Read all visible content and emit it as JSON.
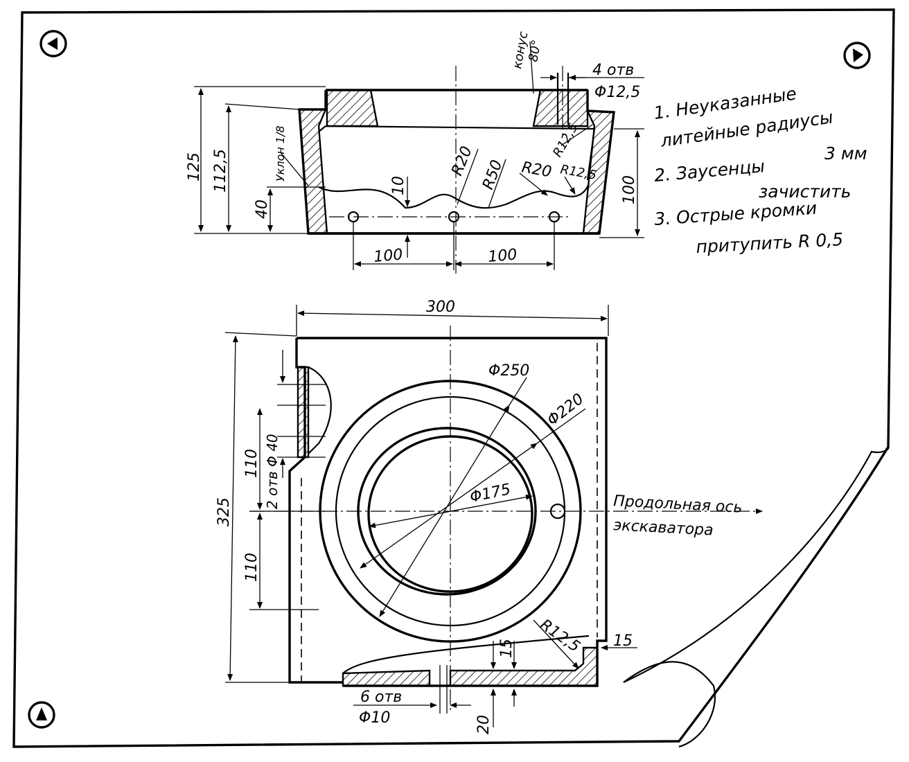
{
  "notes": {
    "n1a": "1. Неуказанные",
    "n1b": "литейные радиусы",
    "n1c": "3 мм",
    "n2a": "2. Заусенцы",
    "n2b": "зачистить",
    "n3a": "3. Острые кромки",
    "n3b": "притупить R 0,5"
  },
  "top_view": {
    "d125": "125",
    "d1125": "112,5",
    "d40": "40",
    "d10": "10",
    "d100_left": "100",
    "d100_right": "100",
    "d100_height": "100",
    "r20_a": "R20",
    "r50": "R50",
    "r20_b": "R20",
    "r125_a": "R12,5",
    "r125_b": "R12,5",
    "slope": "Уклон 1/8",
    "cone": "конус",
    "cone_angle": "80°",
    "holes_count": "4 отв",
    "holes_dia": "Φ12,5"
  },
  "plan_view": {
    "d300": "300",
    "d325": "325",
    "d110_top": "110",
    "d110_bottom": "110",
    "holes2": "2 отв Φ 40",
    "dia250": "Φ250",
    "dia220": "Φ220",
    "dia175": "Φ175",
    "r125": "R12,5",
    "d15_right": "15",
    "d15_mid": "15",
    "d20": "20",
    "holes6_count": "6 отв",
    "holes6_dia": "Φ10",
    "axis_a": "Продольная ось",
    "axis_b": "экскаватора"
  }
}
